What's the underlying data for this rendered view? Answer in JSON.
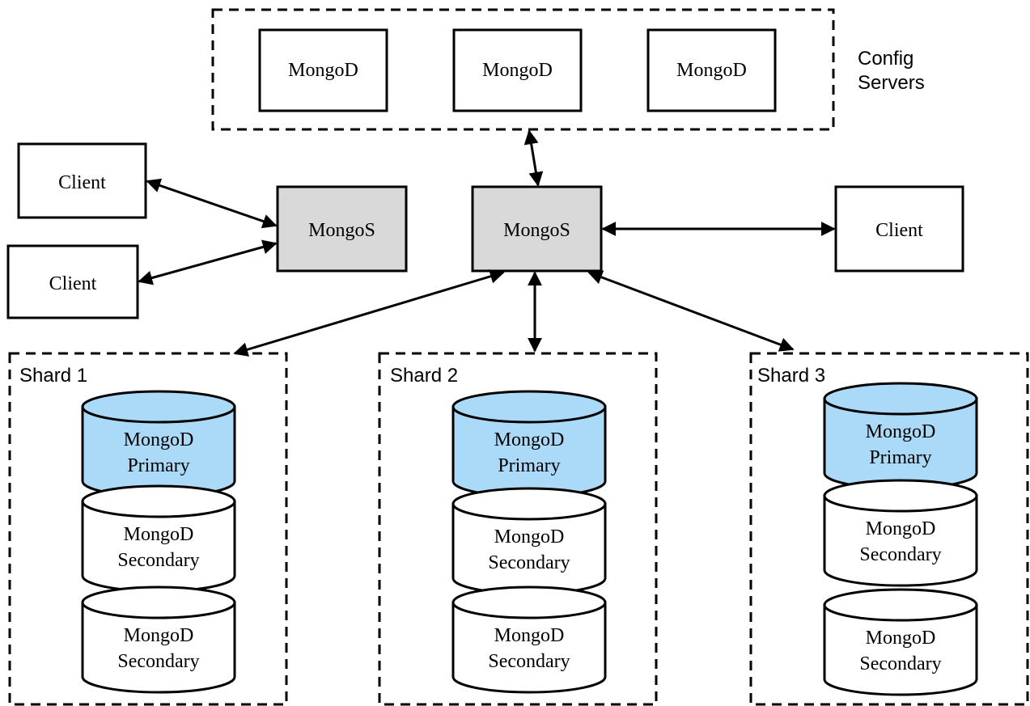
{
  "config": {
    "label_line1": "Config",
    "label_line2": "Servers",
    "servers": [
      "MongoD",
      "MongoD",
      "MongoD"
    ]
  },
  "routers": {
    "left": "MongoS",
    "center": "MongoS"
  },
  "clients": {
    "top_left": "Client",
    "bottom_left": "Client",
    "right": "Client"
  },
  "shards": [
    {
      "title": "Shard 1",
      "nodes": [
        {
          "line1": "MongoD",
          "line2": "Primary",
          "role": "primary"
        },
        {
          "line1": "MongoD",
          "line2": "Secondary",
          "role": "secondary"
        },
        {
          "line1": "MongoD",
          "line2": "Secondary",
          "role": "secondary"
        }
      ]
    },
    {
      "title": "Shard 2",
      "nodes": [
        {
          "line1": "MongoD",
          "line2": "Primary",
          "role": "primary"
        },
        {
          "line1": "MongoD",
          "line2": "Secondary",
          "role": "secondary"
        },
        {
          "line1": "MongoD",
          "line2": "Secondary",
          "role": "secondary"
        }
      ]
    },
    {
      "title": "Shard 3",
      "nodes": [
        {
          "line1": "MongoD",
          "line2": "Primary",
          "role": "primary"
        },
        {
          "line1": "MongoD",
          "line2": "Secondary",
          "role": "secondary"
        },
        {
          "line1": "MongoD",
          "line2": "Secondary",
          "role": "secondary"
        }
      ]
    }
  ],
  "colors": {
    "primary_fill": "#abdaf8",
    "secondary_fill": "#ffffff",
    "router_fill": "#d9d9d9"
  }
}
